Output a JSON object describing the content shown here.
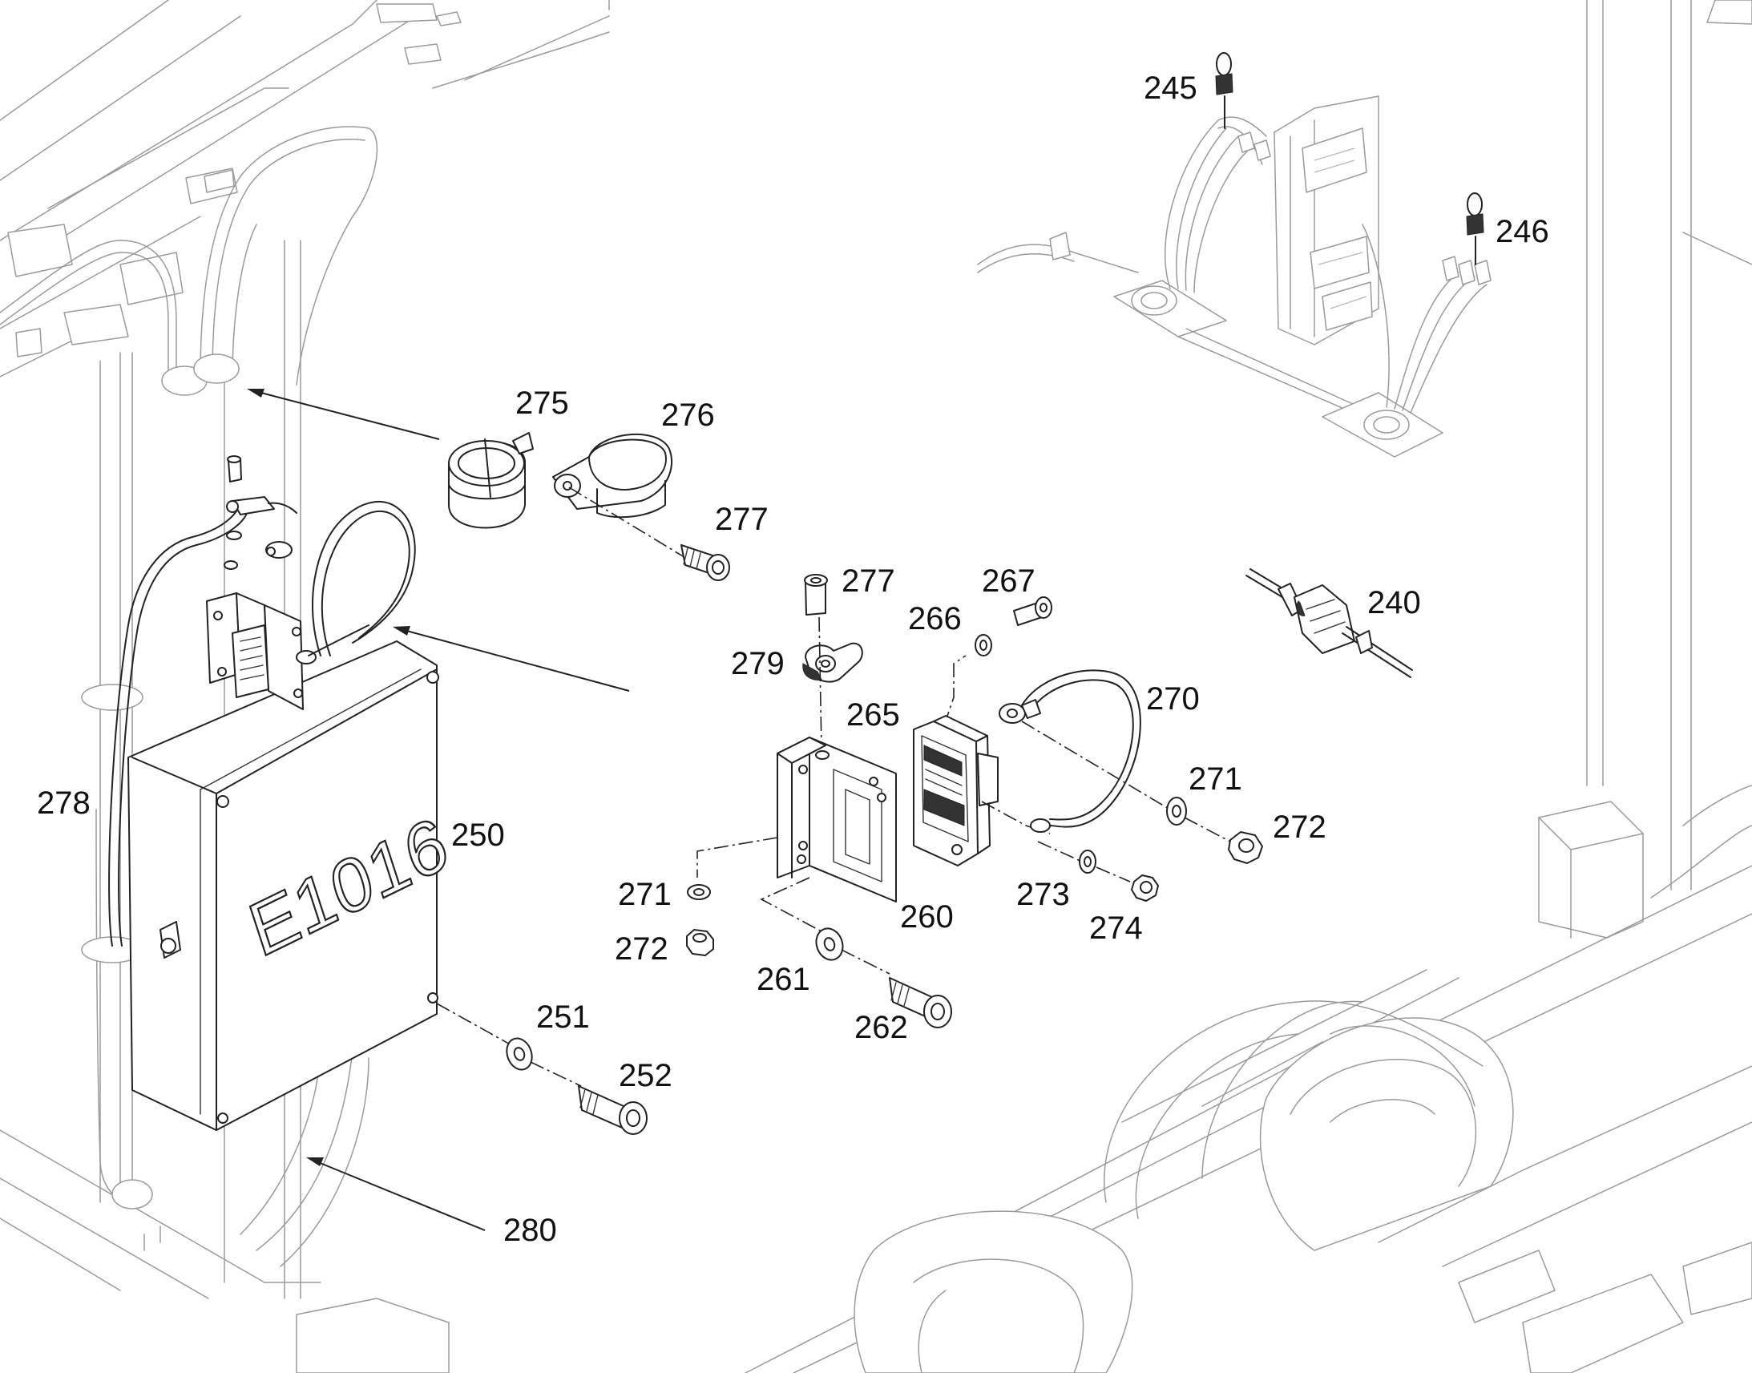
{
  "diagram": {
    "module_label": "E1016",
    "callouts": {
      "c245": "245",
      "c246": "246",
      "c240": "240",
      "c275": "275",
      "c276": "276",
      "c277a": "277",
      "c277b": "277",
      "c267": "267",
      "c266": "266",
      "c279": "279",
      "c265": "265",
      "c270": "270",
      "c271a": "271",
      "c272a": "272",
      "c278": "278",
      "c250": "250",
      "c271b": "271",
      "c272b": "272",
      "c260": "260",
      "c273": "273",
      "c274": "274",
      "c261": "261",
      "c262": "262",
      "c251": "251",
      "c252": "252",
      "c280": "280"
    }
  }
}
